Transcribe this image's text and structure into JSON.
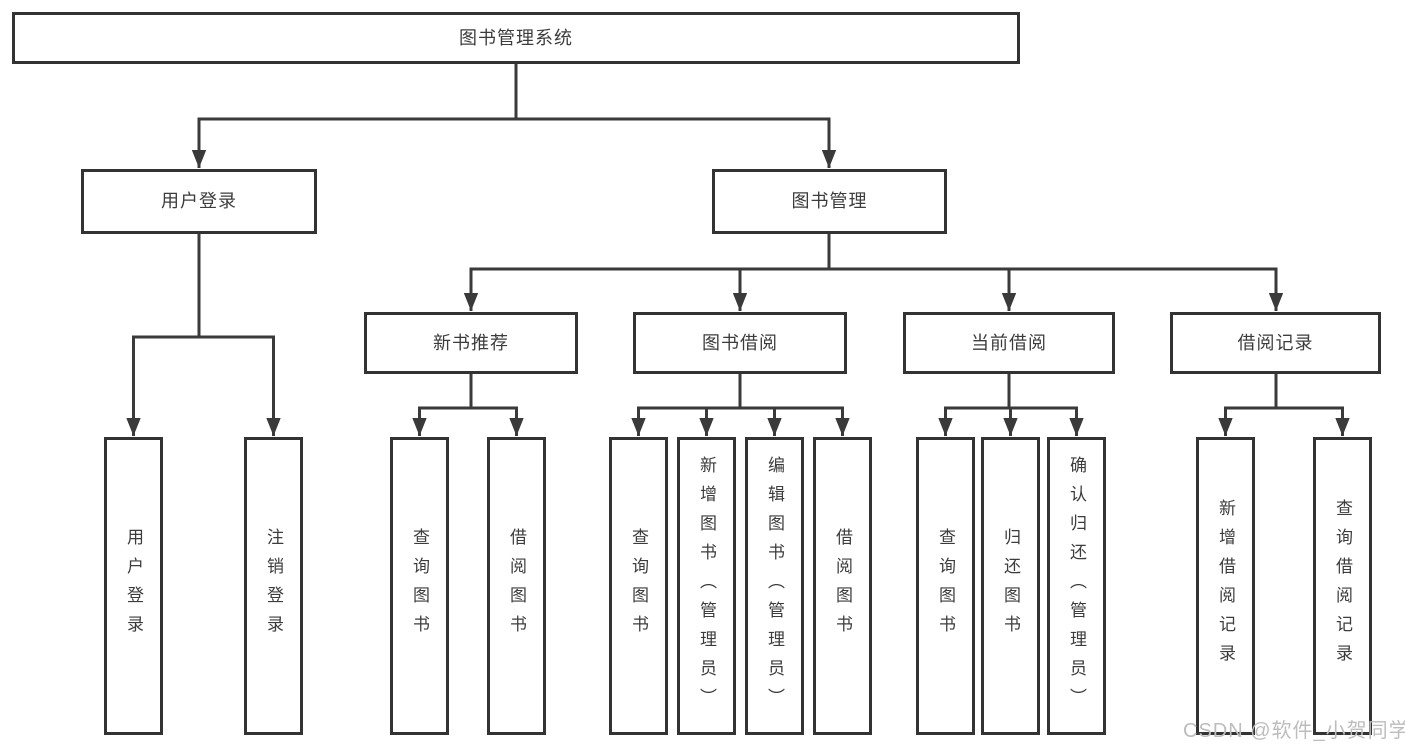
{
  "colors": {
    "background": "#ffffff",
    "box_border": "#333333",
    "connector_line": "#3a3a3a",
    "text": "#3c3c3c",
    "watermark_text": "#bdbdbd"
  },
  "watermark": "CSDN @软件_小贺同学",
  "tree": {
    "root": {
      "label": "图书管理系统"
    },
    "branches": [
      {
        "label": "用户登录",
        "children": [
          {
            "label": "用户登录"
          },
          {
            "label": "注销登录"
          }
        ]
      },
      {
        "label": "图书管理",
        "children": [
          {
            "label": "新书推荐",
            "children": [
              {
                "label": "查询图书"
              },
              {
                "label": "借阅图书"
              }
            ]
          },
          {
            "label": "图书借阅",
            "children": [
              {
                "label": "查询图书"
              },
              {
                "label": "新增图书（管理员）"
              },
              {
                "label": "编辑图书（管理员）"
              },
              {
                "label": "借阅图书"
              }
            ]
          },
          {
            "label": "当前借阅",
            "children": [
              {
                "label": "查询图书"
              },
              {
                "label": "归还图书"
              },
              {
                "label": "确认归还（管理员）"
              }
            ]
          },
          {
            "label": "借阅记录",
            "children": [
              {
                "label": "新增借阅记录"
              },
              {
                "label": "查询借阅记录"
              }
            ]
          }
        ]
      }
    ]
  }
}
